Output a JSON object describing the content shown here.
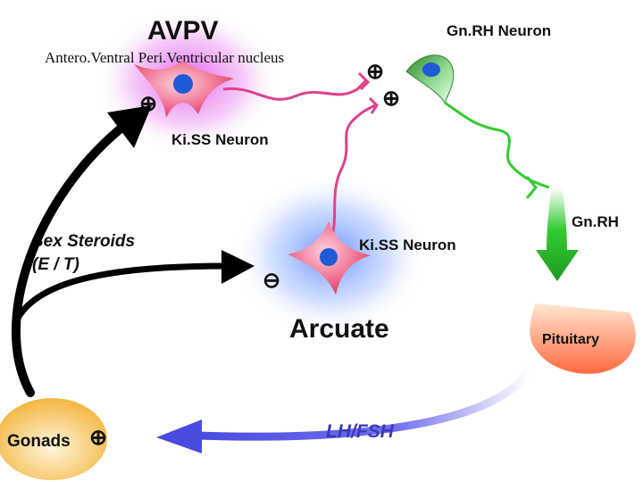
{
  "labels": {
    "avpv": "AVPV",
    "avpv_full": "Antero.Ventral Peri.Ventricular nucleus",
    "gnrh_neuron": "Gn.RH Neuron",
    "kiss_neuron_top": "Ki.SS Neuron",
    "kiss_neuron_arc": "Ki.SS Neuron",
    "sex_steroids_line1": "Sex Steroids",
    "sex_steroids_line2": "(E / T)",
    "arcuate": "Arcuate",
    "gnrh": "Gn.RH",
    "pituitary": "Pituitary",
    "gonads": "Gonads",
    "lhfsh": "LH/FSH"
  },
  "signs": {
    "plus": "⊕",
    "minus": "⊖"
  },
  "colors": {
    "avpv_glow": "#e040e8",
    "arcuate_glow": "#5b8cff",
    "kiss_neuron": "#f06a8a",
    "nucleus": "#1f5bd6",
    "gnrh_axon": "#33cc33",
    "kiss_axon": "#e0418a",
    "gonads": "#f2b640",
    "pituitary": "#ff7a55",
    "lhfsh_arrow": "#5a5ae6",
    "feedback_arrow": "#000000",
    "lhfsh_text": "#3a3ab8"
  }
}
